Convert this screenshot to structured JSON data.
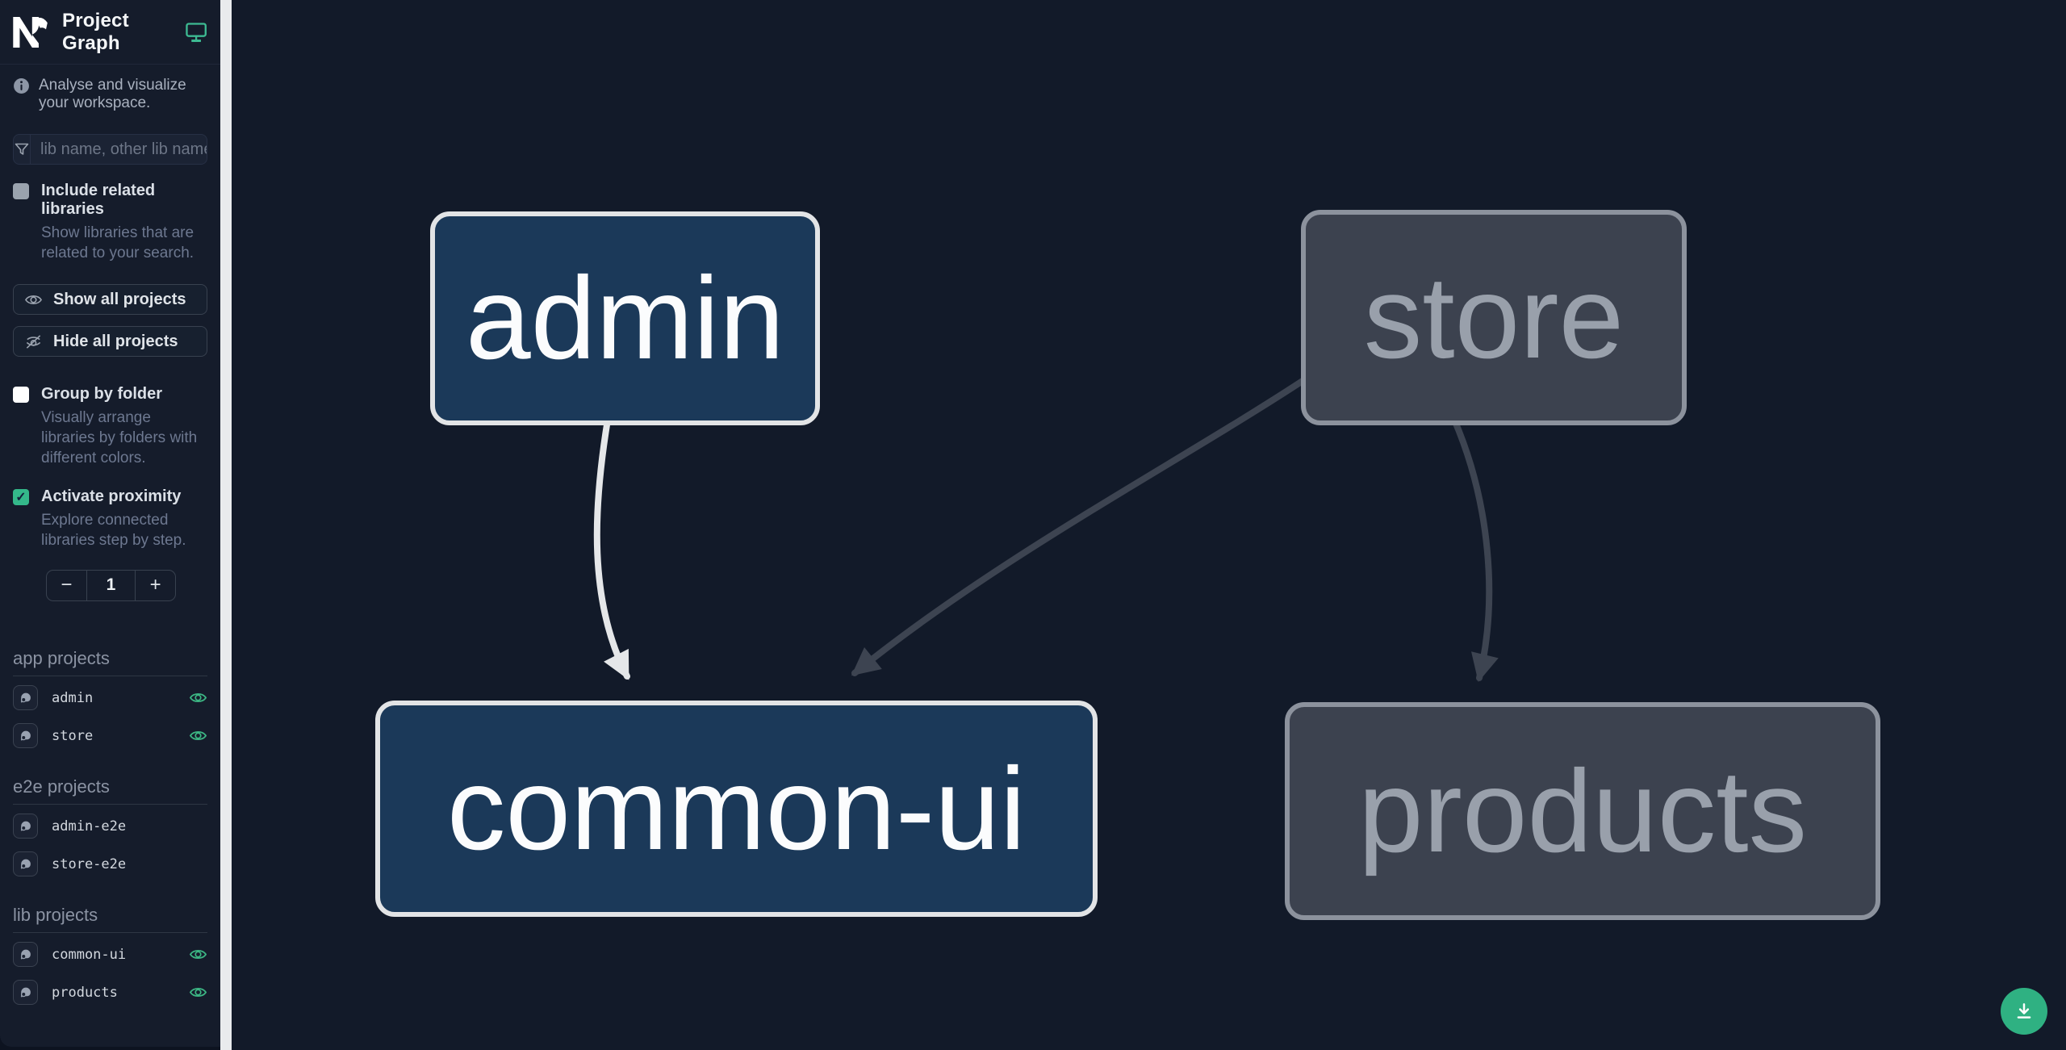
{
  "sidebar": {
    "title": "Project Graph",
    "tagline": "Analyse and visualize your workspace.",
    "filter": {
      "placeholder": "lib name, other lib name"
    },
    "include_related": {
      "label": "Include related libraries",
      "description": "Show libraries that are related to your search.",
      "checked": false
    },
    "show_all_label": "Show all projects",
    "hide_all_label": "Hide all projects",
    "group_by_folder": {
      "label": "Group by folder",
      "description": "Visually arrange libraries by folders with different colors.",
      "checked": false
    },
    "activate_proximity": {
      "label": "Activate proximity",
      "description": "Explore connected libraries step by step.",
      "checked": true
    },
    "proximity_stepper": {
      "decrement": "−",
      "value": "1",
      "increment": "+"
    },
    "sections": [
      {
        "title": "app projects",
        "items": [
          {
            "name": "admin",
            "visible": true
          },
          {
            "name": "store",
            "visible": true
          }
        ]
      },
      {
        "title": "e2e projects",
        "items": [
          {
            "name": "admin-e2e",
            "visible": false
          },
          {
            "name": "store-e2e",
            "visible": false
          }
        ]
      },
      {
        "title": "lib projects",
        "items": [
          {
            "name": "common-ui",
            "visible": true
          },
          {
            "name": "products",
            "visible": true
          }
        ]
      }
    ]
  },
  "graph": {
    "nodes": [
      {
        "id": "admin",
        "label": "admin",
        "state": "focused"
      },
      {
        "id": "store",
        "label": "store",
        "state": "unfocused"
      },
      {
        "id": "common-ui",
        "label": "common-ui",
        "state": "focused"
      },
      {
        "id": "products",
        "label": "products",
        "state": "unfocused"
      }
    ],
    "edges": [
      {
        "source": "admin",
        "target": "common-ui",
        "state": "focused"
      },
      {
        "source": "store",
        "target": "common-ui",
        "state": "unfocused"
      },
      {
        "source": "store",
        "target": "products",
        "state": "unfocused"
      }
    ]
  },
  "colors": {
    "accent_teal": "#34b88a",
    "fab_green": "#2fb182",
    "focused_node_fill": "#1b3959",
    "focused_node_border": "#e2e4e6",
    "unfocused_node_fill": "#3c424f",
    "unfocused_node_border": "#8c929d",
    "focused_edge": "#e5e7e9",
    "unfocused_edge": "#3d4451",
    "canvas_bg": "#121a29",
    "sidebar_bg": "#151c2b"
  }
}
